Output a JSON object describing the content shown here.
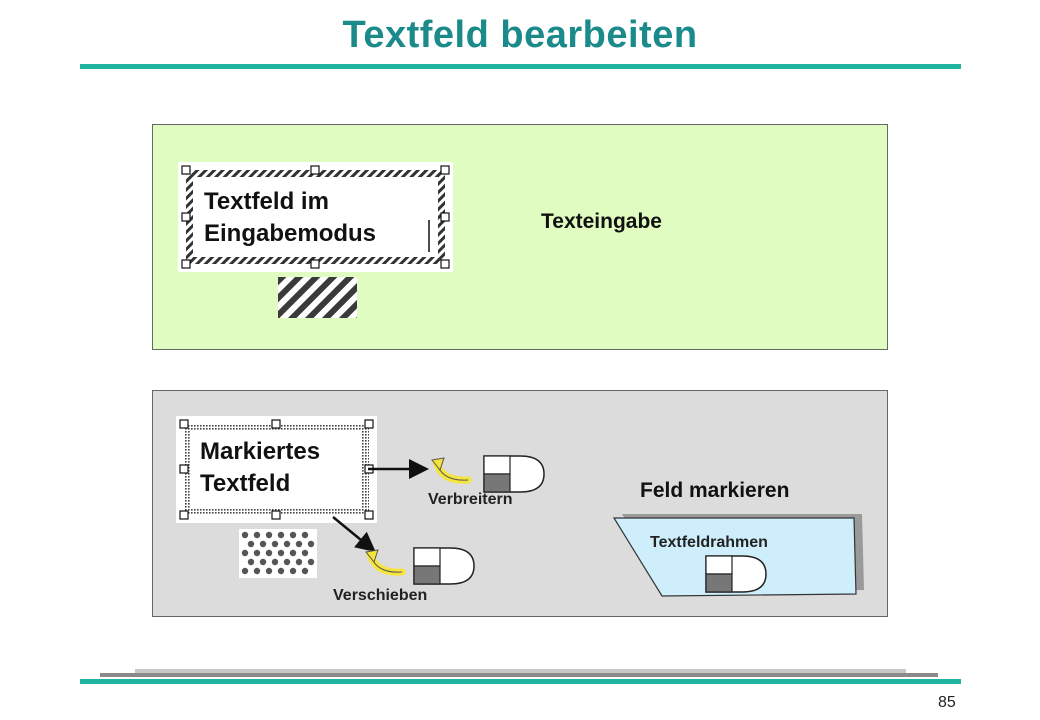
{
  "slide": {
    "title": "Textfeld bearbeiten",
    "page_number": "85"
  },
  "input_panel": {
    "field_line1": "Textfeld im",
    "field_line2": "Eingabemodus",
    "label": "Texteingabe"
  },
  "mark_panel": {
    "field_line1": "Markiertes",
    "field_line2": "Textfeld",
    "label_widen": "Verbreitern",
    "label_move": "Verschieben",
    "label_mark": "Feld markieren",
    "frame_label": "Textfeldrahmen"
  },
  "colors": {
    "title": "#1a8a8a",
    "rule": "#1fb5a0",
    "input_panel_bg": "#e0fcc0",
    "mark_panel_bg": "#dcdcdc",
    "frame_fill": "#cdeefa"
  },
  "icons": [
    "mouse-icon",
    "click-arrow-icon",
    "hatch-pattern-icon",
    "dot-pattern-icon"
  ]
}
